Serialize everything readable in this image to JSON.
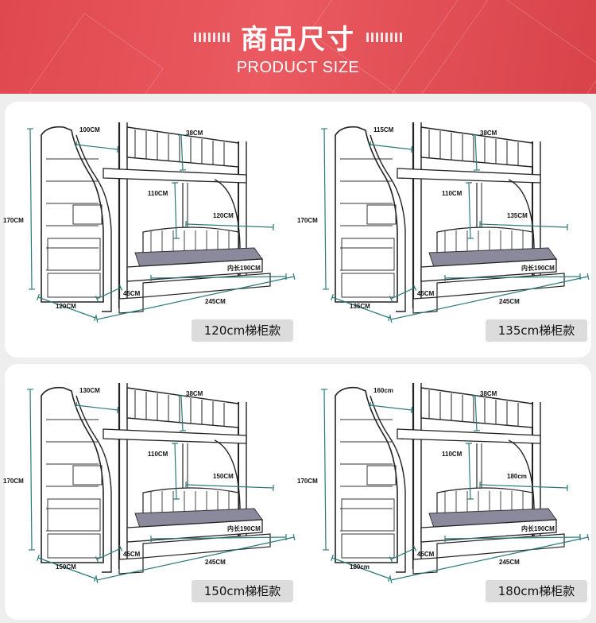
{
  "header": {
    "title": "商品尺寸",
    "subtitle": "PRODUCT SIZE"
  },
  "colors": {
    "header_red": "#e0484f",
    "dimension_line": "#2a7a7a",
    "mattress": "#8a8a9c",
    "tag_bg": "#dcdcdc"
  },
  "variants": [
    {
      "label": "120cm梯柜款",
      "dims": {
        "top_width": "100CM",
        "rail_height": "38CM",
        "inner_height": "110CM",
        "bed_width": "120CM",
        "inner_length": "内长190CM",
        "total_height": "170CM",
        "stair_depth": "45CM",
        "stair_width": "120CM",
        "total_length": "245CM"
      }
    },
    {
      "label": "135cm梯柜款",
      "dims": {
        "top_width": "115CM",
        "rail_height": "38CM",
        "inner_height": "110CM",
        "bed_width": "135CM",
        "inner_length": "内长190CM",
        "total_height": "170CM",
        "stair_depth": "45CM",
        "stair_width": "135CM",
        "total_length": "245CM"
      }
    },
    {
      "label": "150cm梯柜款",
      "dims": {
        "top_width": "130CM",
        "rail_height": "38CM",
        "inner_height": "110CM",
        "bed_width": "150CM",
        "inner_length": "内长190CM",
        "total_height": "170CM",
        "stair_depth": "45CM",
        "stair_width": "150CM",
        "total_length": "245CM"
      }
    },
    {
      "label": "180cm梯柜款",
      "dims": {
        "top_width": "160cm",
        "rail_height": "38CM",
        "inner_height": "110CM",
        "bed_width": "180cm",
        "inner_length": "内长190CM",
        "total_height": "170CM",
        "stair_depth": "45CM",
        "stair_width": "180cm",
        "total_length": "245CM"
      }
    }
  ]
}
